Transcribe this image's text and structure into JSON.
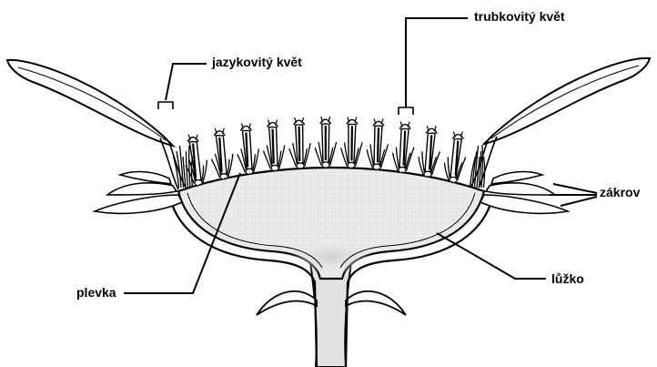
{
  "labels": {
    "tubular_flower": "trubkovitý květ",
    "ray_flower": "jazykovitý květ",
    "involucre": "zákrov",
    "chaff": "plevka",
    "receptacle": "lůžko"
  },
  "colors": {
    "ink": "#000000",
    "receptacle_fill": "#ececec",
    "receptacle_dark": "#d2d2d2",
    "background": "#ffffff"
  }
}
